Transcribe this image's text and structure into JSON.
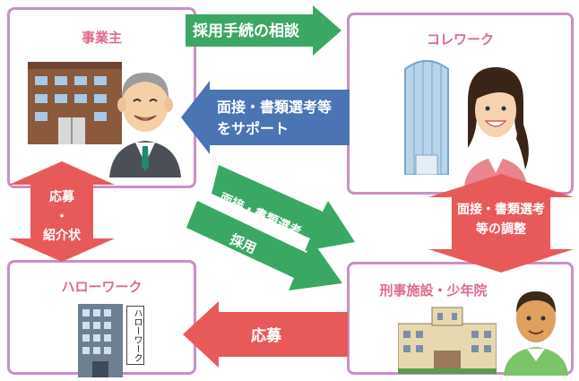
{
  "employer": {
    "title": "事業主"
  },
  "corework": {
    "title": "コレワーク"
  },
  "hellowork": {
    "title": "ハローワーク",
    "sign": "ハローワーク"
  },
  "facility": {
    "title": "刑事施設・少年院"
  },
  "arrows": {
    "consult": "採用手続の相談",
    "support_line1": "面接・書類選考等",
    "support_line2": "をサポート",
    "interview_docs": "面接・書類選考",
    "hire": "採用",
    "apply_intro_1": "応募",
    "apply_intro_dot": "・",
    "apply_intro_2": "紹介状",
    "coordination_line1": "面接・書類選考",
    "coordination_line2": "等の調整",
    "apply": "応募"
  },
  "colors": {
    "green": "#3aa864",
    "blue": "#4a74b4",
    "red": "#e85a5a",
    "border": "#c98fc4",
    "title": "#e06a8a"
  }
}
